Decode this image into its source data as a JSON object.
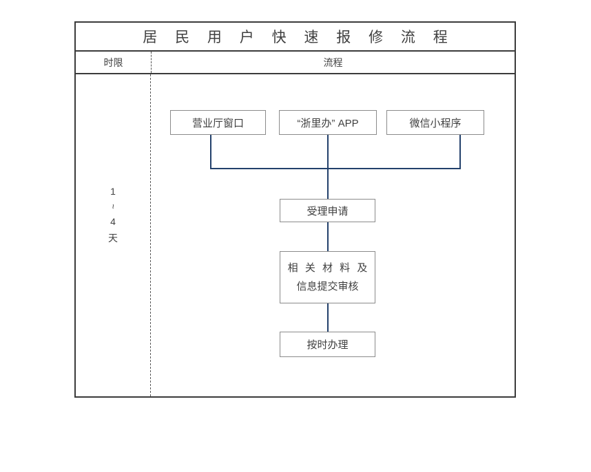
{
  "title": "居 民 用 户 快 速 报 修 流 程",
  "header": {
    "time_label": "时限",
    "flow_label": "流程"
  },
  "duration": {
    "from": "1",
    "separator": "~",
    "to": "4",
    "unit": "天"
  },
  "colors": {
    "frame_border": "#3a3a3a",
    "node_border": "#8a8a8a",
    "connector": "#22406b",
    "text": "#3f3f3f",
    "background": "#ffffff"
  },
  "flow": {
    "entry_nodes": [
      {
        "label": "营业厅窗口"
      },
      {
        "label": "“浙里办” APP"
      },
      {
        "label": "微信小程序"
      }
    ],
    "steps": [
      {
        "label": "受理申请"
      },
      {
        "line1": "相 关 材 料 及",
        "line2": "信息提交审核"
      },
      {
        "label": "按时办理"
      }
    ]
  },
  "chart_data": {
    "type": "diagram",
    "title": "居民用户快速报修流程",
    "columns": [
      "时限",
      "流程"
    ],
    "duration_text": "1 ~ 4 天",
    "nodes": [
      {
        "id": "hall",
        "label": "营业厅窗口",
        "row": 1
      },
      {
        "id": "app",
        "label": "“浙里办” APP",
        "row": 1
      },
      {
        "id": "wechat",
        "label": "微信小程序",
        "row": 1
      },
      {
        "id": "accept",
        "label": "受理申请",
        "row": 2
      },
      {
        "id": "review",
        "label": "相关材料及信息提交审核",
        "row": 3
      },
      {
        "id": "handle",
        "label": "按时办理",
        "row": 4
      }
    ],
    "edges": [
      {
        "from": "hall",
        "to": "accept"
      },
      {
        "from": "app",
        "to": "accept"
      },
      {
        "from": "wechat",
        "to": "accept"
      },
      {
        "from": "accept",
        "to": "review"
      },
      {
        "from": "review",
        "to": "handle"
      }
    ]
  }
}
